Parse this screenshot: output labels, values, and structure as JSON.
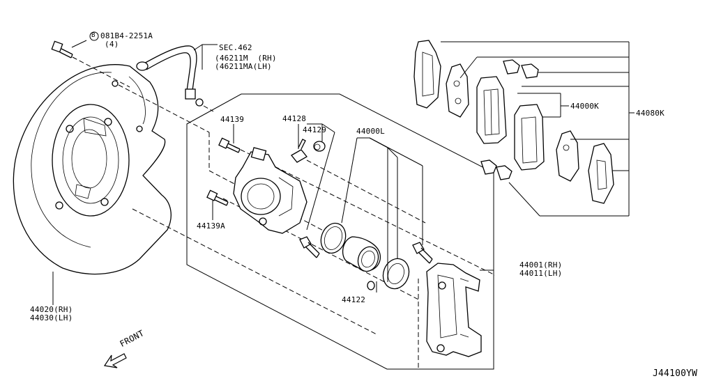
{
  "labels": {
    "bolt_code": "081B4-2251A",
    "bolt_qty": "(4)",
    "bolt_circle": "B",
    "sec": "SEC.462",
    "sec_rh": "(46211M  (RH)",
    "sec_lh": "(46211MA(LH)",
    "p44139": "44139",
    "p44128": "44128",
    "p44129": "44129",
    "p44000L": "44000L",
    "p44000K": "44000K",
    "p44080K": "44080K",
    "p44139A": "44139A",
    "p44122": "44122",
    "p44001": "44001(RH)",
    "p44011": "44011(LH)",
    "p44020": "44020(RH)",
    "p44030": "44030(LH)",
    "front": "FRONT",
    "code": "J44100YW"
  },
  "icons": {
    "front_arrow": "front-arrow-icon",
    "bolt_marker": "bolt-circle-icon"
  }
}
